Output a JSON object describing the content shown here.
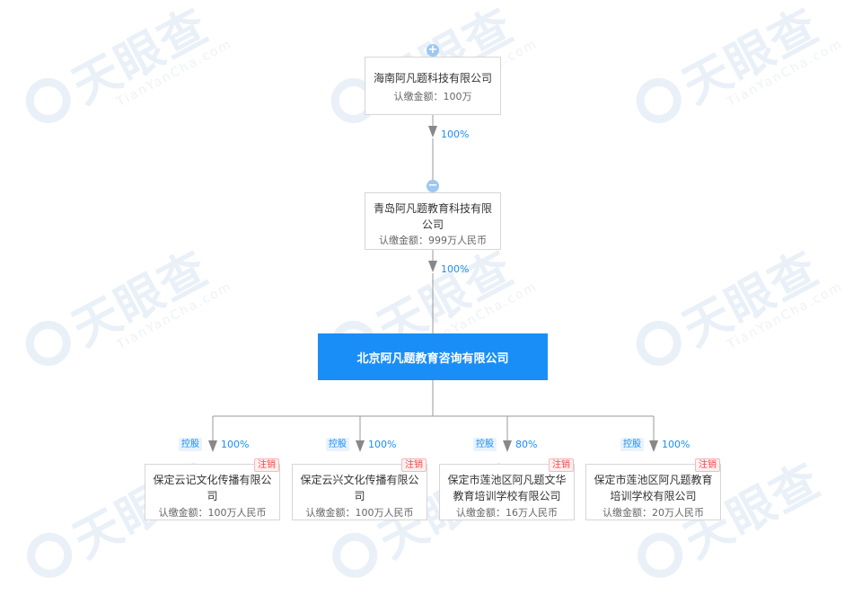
{
  "watermark": {
    "brand_cn": "天眼查",
    "brand_en": "TianYanCha.com"
  },
  "shareholders": [
    {
      "name": "海南阿凡题科技有限公司",
      "capital": "认缴金额：100万",
      "percent": "100%",
      "toggle": "+"
    },
    {
      "name": "青岛阿凡题教育科技有限公司",
      "capital": "认缴金额：999万人民币",
      "percent": "100%",
      "toggle": "−"
    }
  ],
  "root": {
    "name": "北京阿凡题教育咨询有限公司"
  },
  "subsidiaries": [
    {
      "name": "保定云记文化传播有限公司",
      "capital": "认缴金额：100万人民币",
      "percent": "100%",
      "control_tag": "控股",
      "status": "注销"
    },
    {
      "name": "保定云兴文化传播有限公司",
      "capital": "认缴金额：100万人民币",
      "percent": "100%",
      "control_tag": "控股",
      "status": "注销"
    },
    {
      "name": "保定市莲池区阿凡题文华教育培训学校有限公司",
      "capital": "认缴金额：16万人民币",
      "percent": "80%",
      "control_tag": "控股",
      "status": "注销"
    },
    {
      "name": "保定市莲池区阿凡题教育培训学校有限公司",
      "capital": "认缴金额：20万人民币",
      "percent": "100%",
      "control_tag": "控股",
      "status": "注销"
    }
  ],
  "colors": {
    "primary": "#1a8ef7",
    "cancel": "#f04848",
    "line": "#999999"
  }
}
